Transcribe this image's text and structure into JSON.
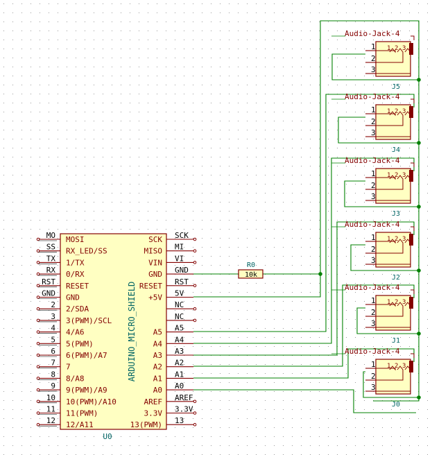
{
  "colors": {
    "wire": "#008000",
    "component_outline": "#840000",
    "component_fill": "#ffffc2",
    "pin_label": "#840000",
    "reference": "#006464",
    "net_label": "#000000",
    "grid_dot": "#999999",
    "background": "#ffffff"
  },
  "arduino": {
    "reference": "U0",
    "value": "ARDUINO_MICRO_SHIELD",
    "left_pins": [
      "MOSI",
      "RX_LED/SS",
      "1/TX",
      "0/RX",
      "RESET",
      "GND",
      "2/SDA",
      "3(PWM)/SCL",
      "4/A6",
      "5(PWM)",
      "6(PWM)/A7",
      "7",
      "8/A8",
      "9(PWM)/A9",
      "10(PWM)/A10",
      "11(PWM)",
      "12/A11"
    ],
    "right_pins": [
      "SCK",
      "MISO",
      "VIN",
      "GND",
      "RESET",
      "+5V",
      "",
      "",
      "A5",
      "A4",
      "A3",
      "A2",
      "A1",
      "A0",
      "AREF",
      "3.3V",
      "13(PWM)"
    ],
    "left_nets": [
      "MO",
      "SS",
      "TX",
      "RX",
      "RST",
      "GND",
      "2",
      "3",
      "4",
      "5",
      "6",
      "7",
      "8",
      "9",
      "10",
      "11",
      "12"
    ],
    "right_nets": [
      "SCK",
      "MI",
      "VI",
      "GND",
      "RST",
      "5V",
      "NC",
      "NC",
      "A5",
      "A4",
      "A3",
      "A2",
      "A1",
      "A0",
      "AREF",
      "3.3V",
      "13"
    ]
  },
  "resistor": {
    "reference": "R0",
    "value": "10k"
  },
  "jacks": [
    {
      "value": "Audio-Jack-4",
      "reference": "J5",
      "pins": [
        "1",
        "2",
        "3"
      ]
    },
    {
      "value": "Audio-Jack-4",
      "reference": "J4",
      "pins": [
        "1",
        "2",
        "3"
      ]
    },
    {
      "value": "Audio-Jack-4",
      "reference": "J3",
      "pins": [
        "1",
        "2",
        "3"
      ]
    },
    {
      "value": "Audio-Jack-4",
      "reference": "J2",
      "pins": [
        "1",
        "2",
        "3"
      ]
    },
    {
      "value": "Audio-Jack-4",
      "reference": "J1",
      "pins": [
        "1",
        "2",
        "3"
      ]
    },
    {
      "value": "Audio-Jack-4",
      "reference": "J0",
      "pins": [
        "1",
        "2",
        "3"
      ]
    }
  ]
}
